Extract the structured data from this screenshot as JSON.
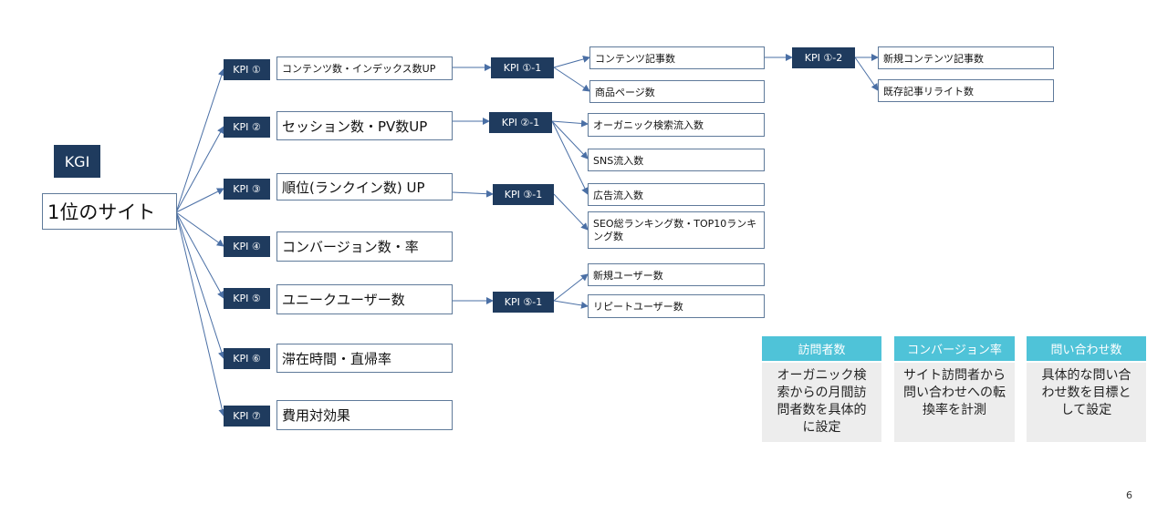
{
  "kgi": {
    "tag": "KGI",
    "goal": "1位のサイト"
  },
  "kpis": [
    {
      "tag": "KPI ①",
      "label": "コンテンツ数・インデックス数UP"
    },
    {
      "tag": "KPI ②",
      "label": "セッション数・PV数UP"
    },
    {
      "tag": "KPI ③",
      "label": "順位(ランクイン数) UP"
    },
    {
      "tag": "KPI ④",
      "label": "コンバージョン数・率"
    },
    {
      "tag": "KPI ⑤",
      "label": "ユニークユーザー数"
    },
    {
      "tag": "KPI ⑥",
      "label": "滞在時間・直帰率"
    },
    {
      "tag": "KPI ⑦",
      "label": "費用対効果"
    }
  ],
  "sub_kpis": {
    "k1_1": {
      "tag": "KPI ①-1",
      "items": [
        "コンテンツ記事数",
        "商品ページ数"
      ]
    },
    "k1_2": {
      "tag": "KPI ①-2",
      "items": [
        "新規コンテンツ記事数",
        "既存記事リライト数"
      ]
    },
    "k2_1": {
      "tag": "KPI ②-1",
      "items": [
        "オーガニック検索流入数",
        "SNS流入数",
        "広告流入数"
      ]
    },
    "k3_1": {
      "tag": "KPI ③-1",
      "items": [
        "SEO総ランキング数・TOP10ランキング数"
      ]
    },
    "k5_1": {
      "tag": "KPI ⑤-1",
      "items": [
        "新規ユーザー数",
        "リピートユーザー数"
      ]
    }
  },
  "cards": [
    {
      "title": "訪問者数",
      "body": "オーガニック検索からの月間訪問者数を具体的に設定"
    },
    {
      "title": "コンバージョン率",
      "body": "サイト訪問者から問い合わせへの転換率を計測"
    },
    {
      "title": "問い合わせ数",
      "body": "具体的な問い合わせ数を目標として設定"
    }
  ],
  "page_number": "6",
  "colors": {
    "tag_bg": "#1f3b5e",
    "card_head": "#4fc3d8",
    "card_body": "#ededed",
    "connector": "#4a6fa5"
  }
}
